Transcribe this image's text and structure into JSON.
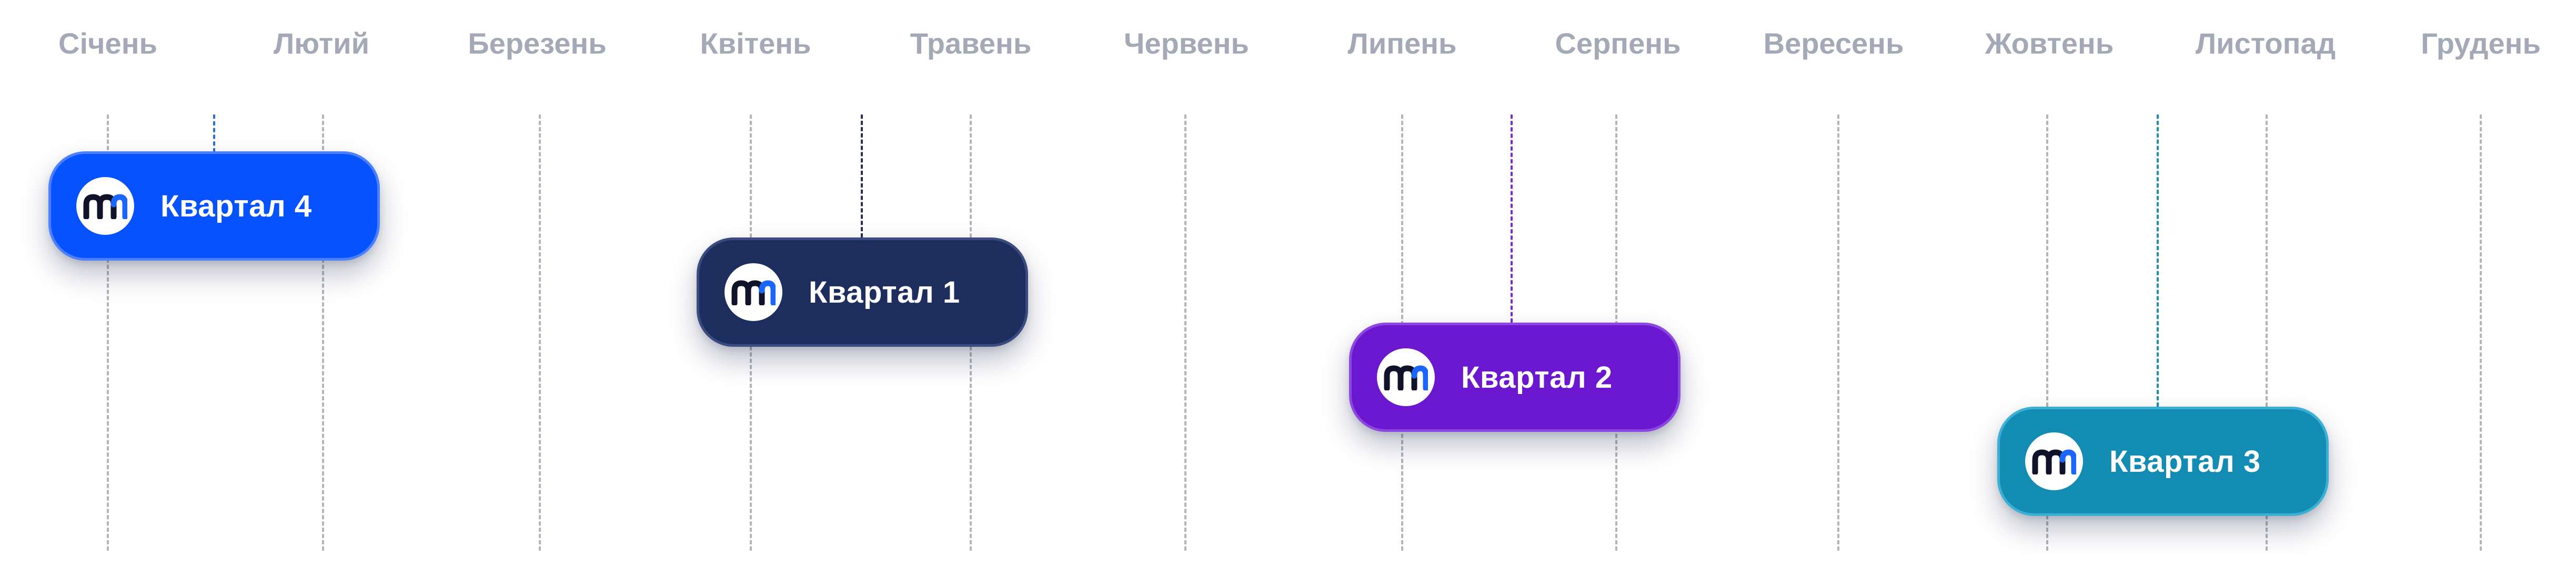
{
  "timeline": {
    "months": [
      "Січень",
      "Лютий",
      "Березень",
      "Квітень",
      "Травень",
      "Червень",
      "Липень",
      "Серпень",
      "Вересень",
      "Жовтень",
      "Листопад",
      "Грудень"
    ]
  },
  "quarters": [
    {
      "label": "Квартал 4",
      "color": "#0652ff",
      "border": "#4c80ff",
      "stem_color": "#2b6fd6"
    },
    {
      "label": "Квартал 1",
      "color": "#1d2d5e",
      "border": "#3a4b80",
      "stem_color": "#2a2f55"
    },
    {
      "label": "Квартал 2",
      "color": "#6a17cf",
      "border": "#8b47e0",
      "stem_color": "#7a2bd8"
    },
    {
      "label": "Квартал 3",
      "color": "#138cb3",
      "border": "#3bb0d4",
      "stem_color": "#1f8fb6"
    }
  ],
  "logo": {
    "icon": "mn-logo-icon",
    "dark_color": "#0f1228",
    "accent_color": "#1a66ff"
  }
}
